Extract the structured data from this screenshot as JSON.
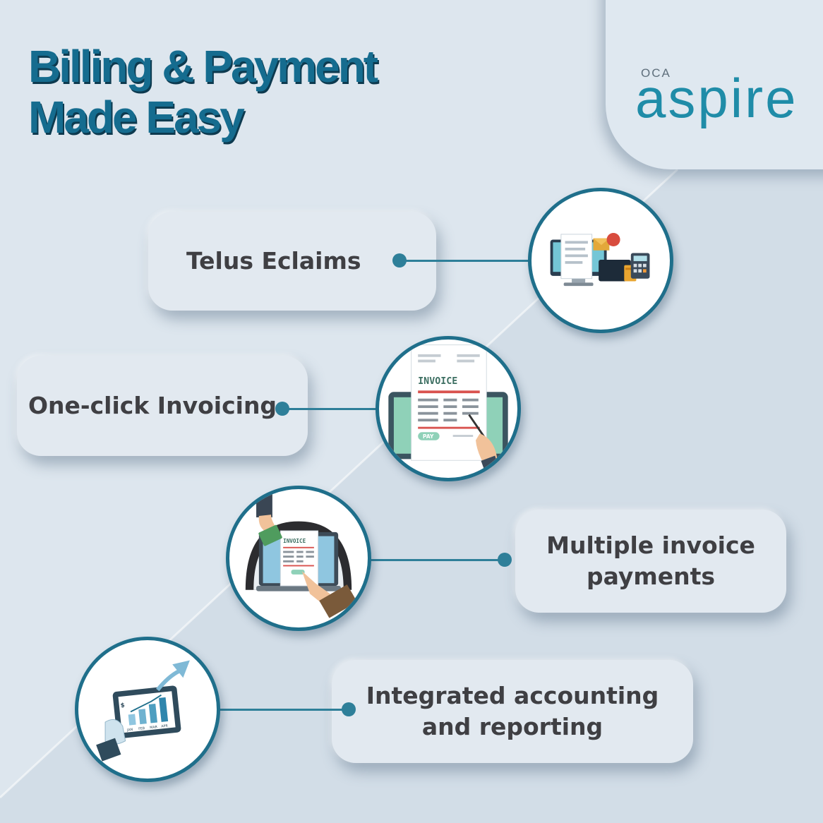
{
  "header": {
    "title_line1": "Billing & Payment",
    "title_line2": "Made Easy"
  },
  "logo": {
    "small_text": "OCA",
    "main_text": "aspire"
  },
  "features": [
    {
      "label": "Telus Eclaims",
      "icon": "computer-billing-icon"
    },
    {
      "label": "One-click Invoicing",
      "icon": "tablet-invoice-icon"
    },
    {
      "label": "Multiple invoice\npayments",
      "icon": "laptop-payment-icon"
    },
    {
      "label": "Integrated accounting\nand reporting",
      "icon": "growth-chart-tablet-icon"
    }
  ],
  "illustrations": {
    "invoice_heading": "INVOICE",
    "pay_button": "PAY",
    "chart_months": [
      "JAN",
      "FEB",
      "MAR",
      "APR"
    ],
    "chart_currency": "$"
  },
  "colors": {
    "accent": "#1f6f8b",
    "title": "#156c8f",
    "logo": "#1f8ca8",
    "background": "#dde6ee",
    "card_text": "#3f3f43"
  }
}
